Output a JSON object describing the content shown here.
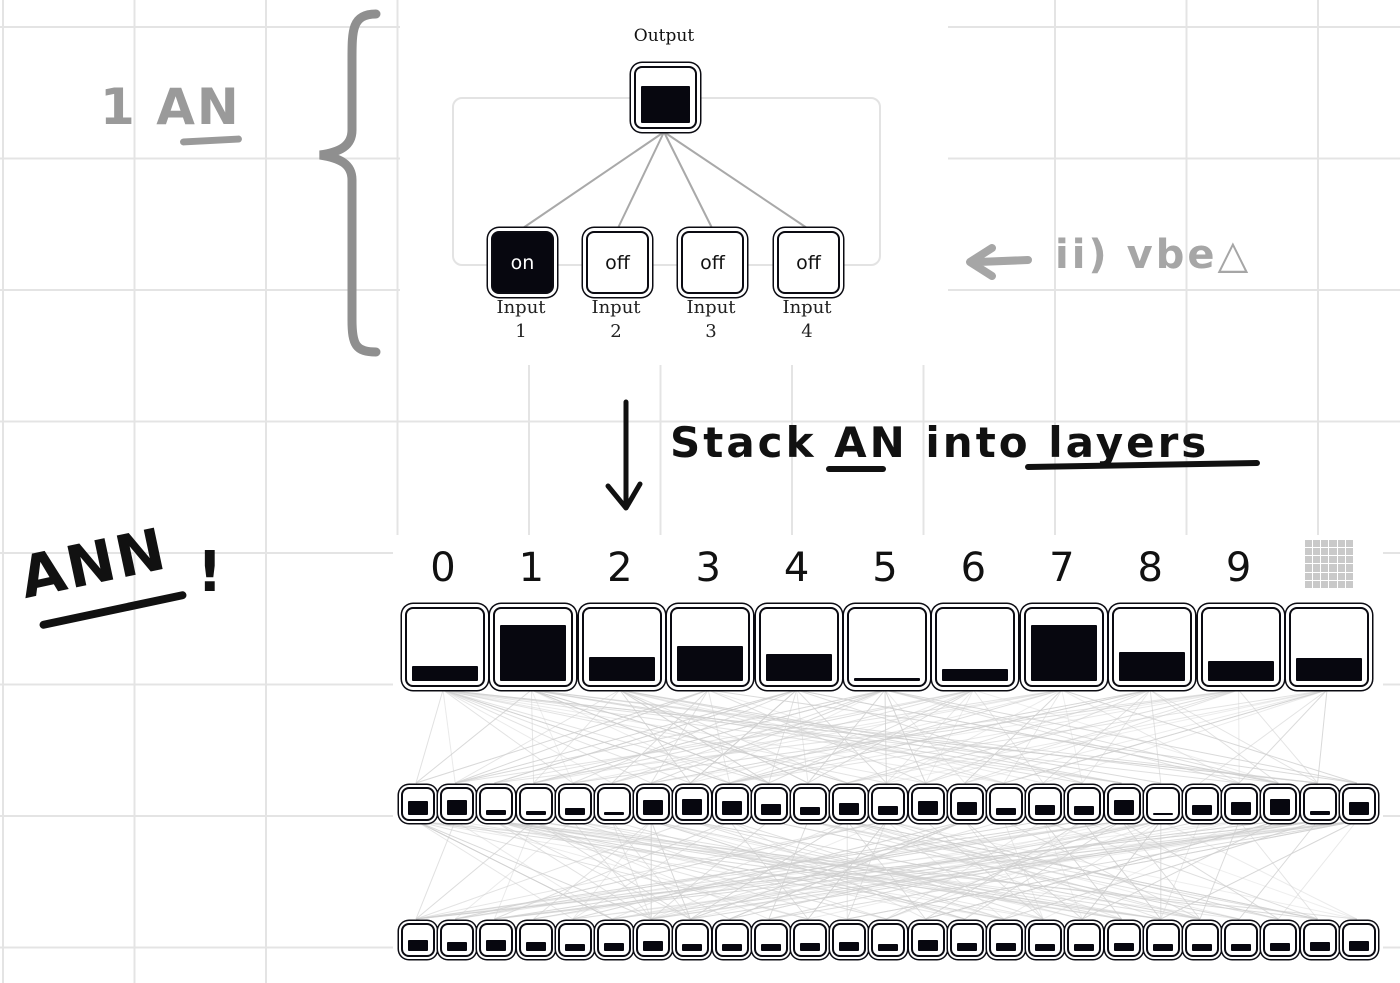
{
  "annotations": {
    "one_an": "1 AN",
    "ii_vbe": "ii) vbe△",
    "stack_prefix": "Stack",
    "stack_an": "AN",
    "stack_into": "into",
    "stack_layers": "layers",
    "ann": "ANN",
    "ann_bang": "!"
  },
  "single_neuron": {
    "output_label": "Output",
    "output_activation": 0.8,
    "inputs": [
      {
        "state": "on",
        "label_top": "Input",
        "label_bottom": "1"
      },
      {
        "state": "off",
        "label_top": "Input",
        "label_bottom": "2"
      },
      {
        "state": "off",
        "label_top": "Input",
        "label_bottom": "3"
      },
      {
        "state": "off",
        "label_top": "Input",
        "label_bottom": "4"
      }
    ]
  },
  "network": {
    "output_digits": [
      "0",
      "1",
      "2",
      "3",
      "4",
      "5",
      "6",
      "7",
      "8",
      "9"
    ],
    "output_activations": [
      0.22,
      0.82,
      0.36,
      0.52,
      0.4,
      0.04,
      0.18,
      0.82,
      0.42,
      0.3,
      0.34
    ],
    "hidden_layer_1": [
      0.62,
      0.66,
      0.22,
      0.2,
      0.3,
      0.12,
      0.7,
      0.74,
      0.62,
      0.48,
      0.38,
      0.56,
      0.42,
      0.64,
      0.58,
      0.3,
      0.46,
      0.4,
      0.66,
      0.1,
      0.44,
      0.6,
      0.72,
      0.2,
      0.58
    ],
    "hidden_layer_2": [
      0.5,
      0.42,
      0.48,
      0.4,
      0.34,
      0.36,
      0.46,
      0.34,
      0.32,
      0.34,
      0.38,
      0.42,
      0.3,
      0.48,
      0.36,
      0.38,
      0.3,
      0.32,
      0.36,
      0.3,
      0.34,
      0.34,
      0.38,
      0.4,
      0.44
    ]
  }
}
